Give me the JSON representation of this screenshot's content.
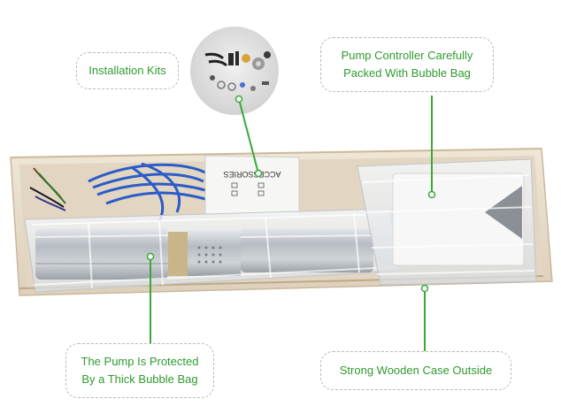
{
  "callouts": {
    "installation_kits": {
      "line1": "Installation Kits"
    },
    "pump_controller": {
      "line1": "Pump Controller Carefully",
      "line2": "Packed With Bubble Bag"
    },
    "pump_protected": {
      "line1": "The Pump Is Protected",
      "line2": "By a Thick Bubble Bag"
    },
    "wooden_case": {
      "line1": "Strong Wooden Case Outside"
    }
  },
  "accessories_box": {
    "label": "ACCESSORIES"
  },
  "colors": {
    "label_text": "#2f9a2f",
    "leader_line": "#3aa83a",
    "dashed_border": "#b9b9b9",
    "wood": "#e9dfcf",
    "cable": "#2b5cc8"
  }
}
